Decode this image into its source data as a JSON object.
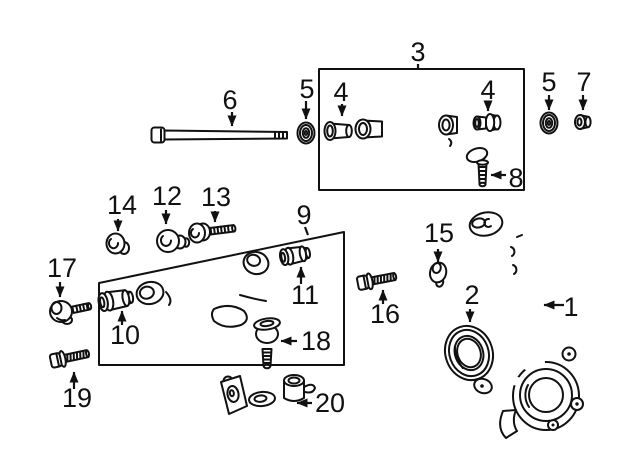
{
  "diagram": {
    "background_color": "#ffffff",
    "line_color": "#111111",
    "callouts": [
      "1",
      "2",
      "3",
      "4",
      "5",
      "6",
      "7",
      "8",
      "9",
      "10",
      "11",
      "12",
      "13",
      "14",
      "15",
      "16",
      "17",
      "18",
      "19",
      "20"
    ]
  }
}
